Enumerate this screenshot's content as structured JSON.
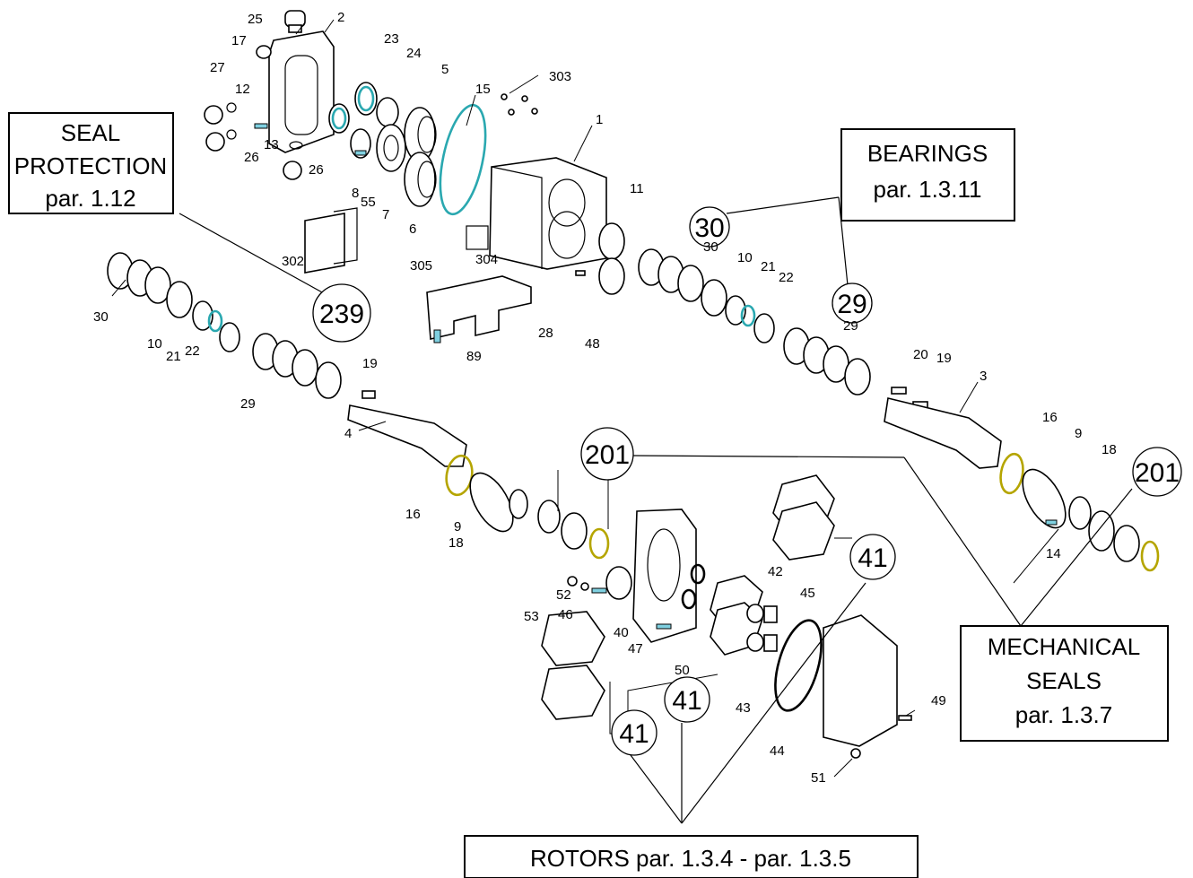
{
  "callout_boxes": {
    "seal_protection": {
      "line1": "SEAL",
      "line2": "PROTECTION",
      "line3": "par. 1.12"
    },
    "bearings": {
      "line1": "BEARINGS",
      "line2": "par. 1.3.11"
    },
    "mechanical_seals": {
      "line1": "MECHANICAL",
      "line2": "SEALS",
      "line3": "par. 1.3.7"
    },
    "rotors": {
      "line1": "ROTORS par. 1.3.4 - par. 1.3.5"
    }
  },
  "group_circles": [
    "239",
    "30",
    "29",
    "201",
    "201",
    "41",
    "41",
    "41"
  ],
  "part_numbers": [
    "25",
    "2",
    "17",
    "27",
    "12",
    "23",
    "24",
    "5",
    "15",
    "303",
    "1",
    "13",
    "8",
    "55",
    "7",
    "26",
    "26",
    "6",
    "11",
    "302",
    "305",
    "304",
    "28",
    "48",
    "89",
    "30",
    "10",
    "21",
    "22",
    "29",
    "19",
    "4",
    "16",
    "9",
    "18",
    "10",
    "21",
    "22",
    "30",
    "29",
    "20",
    "19",
    "3",
    "16",
    "9",
    "18",
    "14",
    "52",
    "53",
    "46",
    "40",
    "47",
    "50",
    "42",
    "45",
    "43",
    "44",
    "49",
    "51"
  ],
  "colors": {
    "line": "#000000",
    "oring_yellow": "#b5a500",
    "oring_cyan": "#2aa8b0",
    "pin_cyan": "#7fd0e0",
    "background": "#ffffff"
  }
}
